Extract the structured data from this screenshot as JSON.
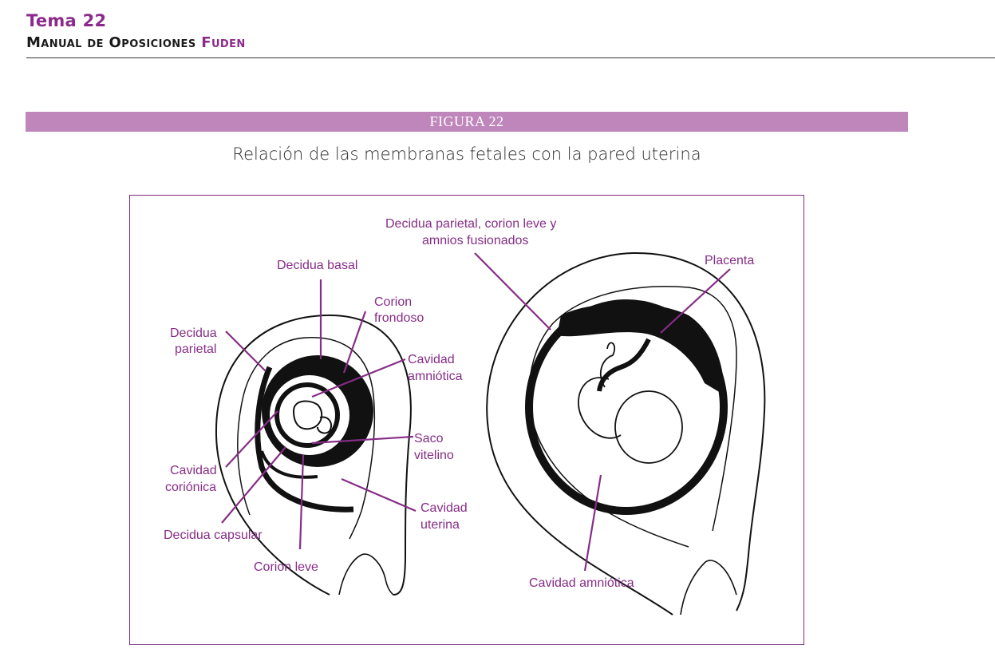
{
  "header": {
    "tema": "Tema 22",
    "manual": "Manual de Oposiciones",
    "brand": "Fuden"
  },
  "figure": {
    "number": "FIGURA 22",
    "caption": "Relación de las membranas fetales con la pared uterina",
    "labels": {
      "decidua_basal": "Decidua basal",
      "corion_frondoso_1": "Corion",
      "corion_frondoso_2": "frondoso",
      "decidua_parietal_1": "Decidua",
      "decidua_parietal_2": "parietal",
      "cavidad_amniotica_1": "Cavidad",
      "cavidad_amniotica_2": "amniótica",
      "saco_vitelino_1": "Saco",
      "saco_vitelino_2": "vitelino",
      "cavidad_corionica_1": "Cavidad",
      "cavidad_corionica_2": "coriónica",
      "cavidad_uterina_1": "Cavidad",
      "cavidad_uterina_2": "uterina",
      "decidua_capsular": "Decidua capsular",
      "corion_leve": "Corion leve",
      "fusionados_1": "Decidua parietal, corion leve y",
      "fusionados_2": "amnios fusionados",
      "placenta": "Placenta",
      "cavidad_amniotica_right": "Cavidad amniótica"
    }
  },
  "colors": {
    "accent": "#8b2a8b",
    "bar": "#bf86bb",
    "label": "#862d86"
  }
}
